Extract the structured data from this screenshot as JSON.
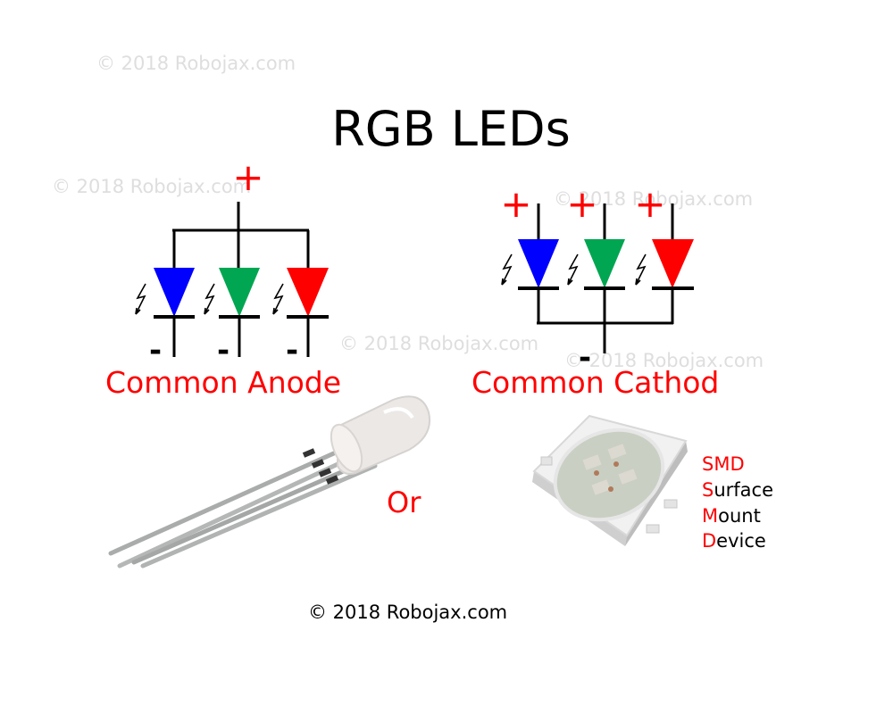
{
  "title": "RGB LEDs",
  "watermark": "© 2018 Robojax.com",
  "copyright": "© 2018 Robojax.com",
  "common_anode": {
    "label": "Common Anode",
    "plus": "+",
    "minus": "-"
  },
  "common_cathode": {
    "label": "Common Cathod",
    "plus": "+",
    "minus": "-"
  },
  "or_label": "Or",
  "smd": {
    "acronym": "SMD",
    "lines": [
      {
        "first": "S",
        "rest": "urface"
      },
      {
        "first": "M",
        "rest": "ount"
      },
      {
        "first": "D",
        "rest": "evice"
      }
    ]
  },
  "colors": {
    "blue": "#0000ff",
    "green": "#00a651",
    "red": "#ff0000"
  }
}
